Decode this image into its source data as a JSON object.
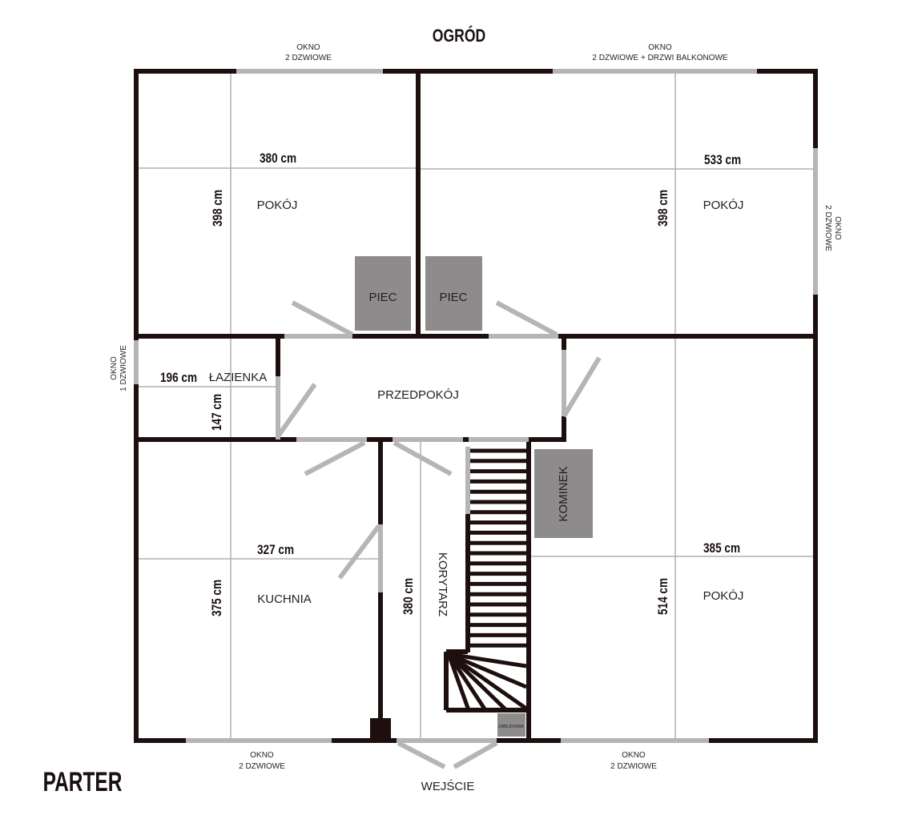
{
  "title": "OGRÓD",
  "floor": "PARTER",
  "entrance": "WEJŚCIE",
  "windows": {
    "top_left": [
      "OKNO",
      "2 DZWIOWE"
    ],
    "top_right": [
      "OKNO",
      "2 DZWIOWE + DRZWI BALKONOWE"
    ],
    "right": [
      "OKNO",
      "2 DZWIOWE"
    ],
    "left": [
      "OKNO",
      "1 DZWIOWE"
    ],
    "bottom_left": [
      "OKNO",
      "2 DZWIOWE"
    ],
    "bottom_right": [
      "OKNO",
      "2 DZWIOWE"
    ]
  },
  "rooms": {
    "room_nw": {
      "name": "POKÓJ",
      "width": "380 cm",
      "height": "398 cm"
    },
    "room_ne": {
      "name": "POKÓJ",
      "width": "533 cm",
      "height": "398 cm"
    },
    "bathroom": {
      "name": "ŁAZIENKA",
      "width": "196 cm",
      "height": "147 cm"
    },
    "hall": {
      "name": "PRZEDPOKÓJ"
    },
    "kitchen": {
      "name": "KUCHNIA",
      "width": "327 cm",
      "height": "375 cm"
    },
    "corridor": {
      "name": "KORYTARZ",
      "height": "380 cm"
    },
    "room_se": {
      "name": "POKÓJ",
      "width": "385 cm",
      "height": "514 cm"
    }
  },
  "fixtures": {
    "stove1": "PIEC",
    "stove2": "PIEC",
    "fireplace": "KOMINEK",
    "cabinet": "ZABUDOWA"
  },
  "colors": {
    "wall": "#1e0f0f",
    "opening": "#b5b5b5",
    "fixture": "#8d8b8b",
    "line": "#b0b0b0"
  }
}
